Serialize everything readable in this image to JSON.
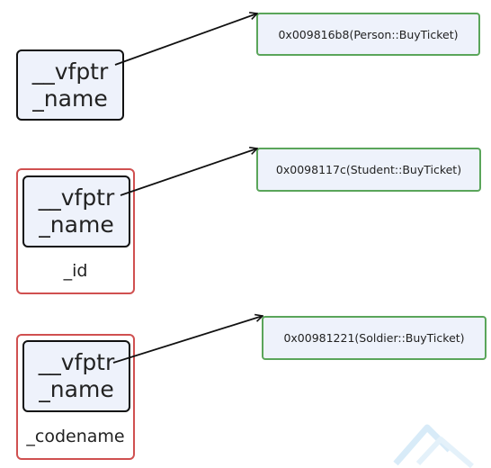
{
  "objects": [
    {
      "vfptr": "__vfptr",
      "name": "_name",
      "vtable_entry": "0x009816b8(Person::BuyTicket)"
    },
    {
      "vfptr": "__vfptr",
      "name": "_name",
      "extra": "_id",
      "vtable_entry": "0x0098117c(Student::BuyTicket)"
    },
    {
      "vfptr": "__vfptr",
      "name": "_name",
      "extra": "_codename",
      "vtable_entry": "0x00981221(Soldier::BuyTicket)"
    }
  ],
  "colors": {
    "object_border": "#111111",
    "object_fill": "#eef2fb",
    "derived_border": "#d05050",
    "vtable_border": "#5aa55a",
    "arrow": "#111111"
  },
  "icons": {
    "watermark": "watermark-logo-icon"
  }
}
